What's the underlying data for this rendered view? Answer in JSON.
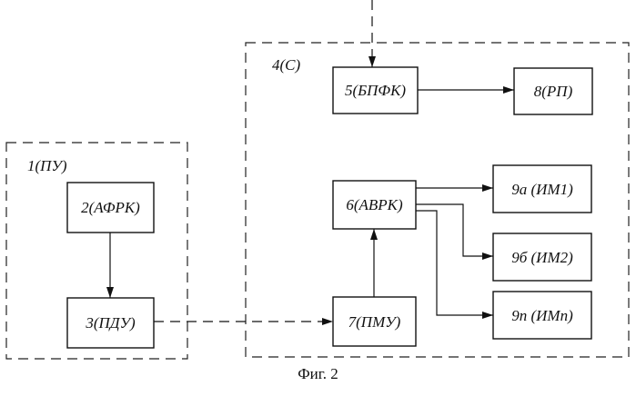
{
  "groups": {
    "control_unit": {
      "label": "1(ПУ)"
    },
    "system": {
      "label": "4(С)"
    }
  },
  "blocks": {
    "b2": "2(АФРК)",
    "b3": "3(ПДУ)",
    "b5": "5(БПФК)",
    "b6": "6(АВРК)",
    "b7": "7(ПМУ)",
    "b8": "8(РП)",
    "b9a": "9а (ИМ1)",
    "b9b": "9б (ИМ2)",
    "b9n": "9n (ИМn)"
  },
  "caption": "Фиг. 2"
}
